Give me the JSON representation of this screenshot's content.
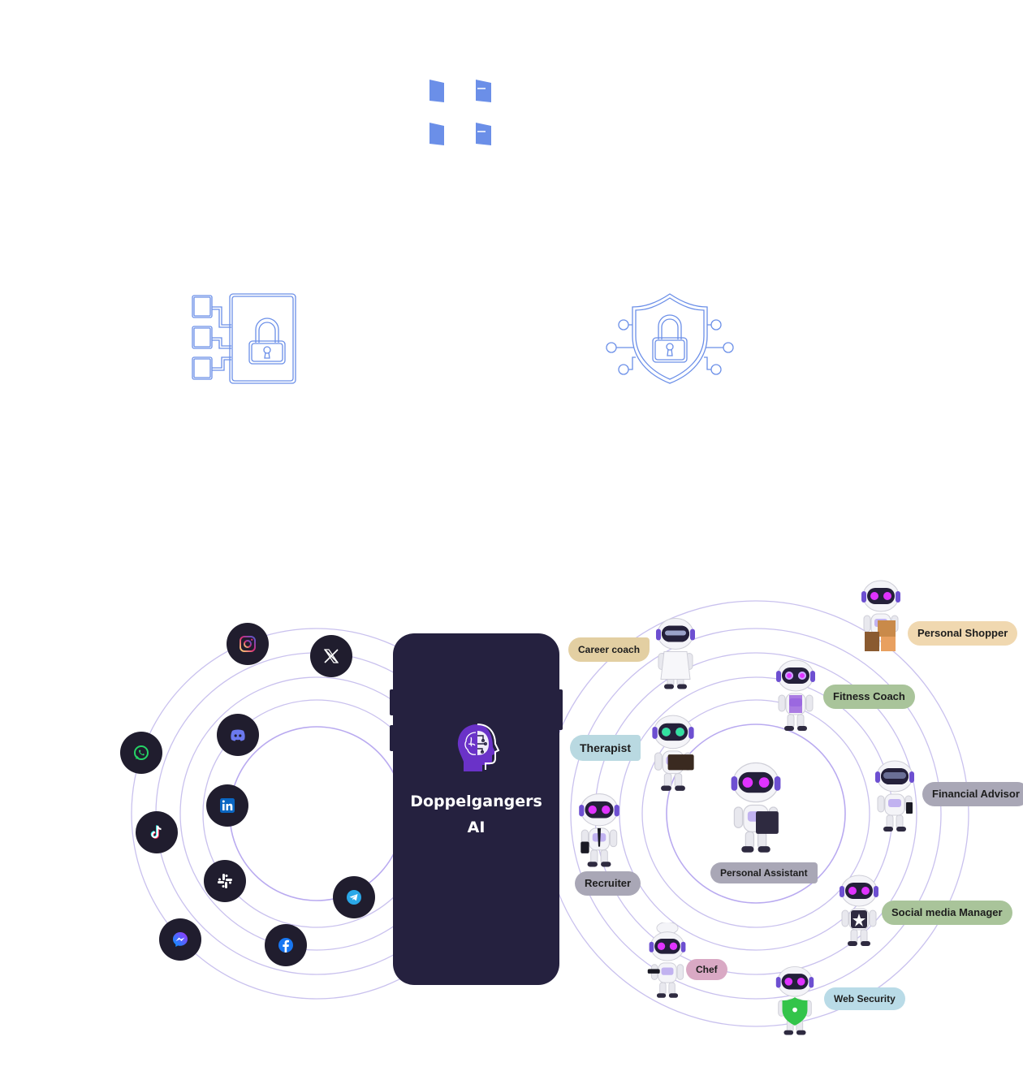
{
  "top_icons": {
    "windows_icon": "windows-icon",
    "book_lock_icon": "book-lock-icon",
    "shield_lock_icon": "shield-lock-icon"
  },
  "phone": {
    "title_line1": "Doppelgangers",
    "title_line2": "AI",
    "logo": "brain-head-logo"
  },
  "social_apps": [
    {
      "name": "instagram",
      "icon": "instagram-icon"
    },
    {
      "name": "x",
      "icon": "x-icon"
    },
    {
      "name": "discord",
      "icon": "discord-icon"
    },
    {
      "name": "whatsapp",
      "icon": "whatsapp-icon"
    },
    {
      "name": "linkedin",
      "icon": "linkedin-icon"
    },
    {
      "name": "tiktok",
      "icon": "tiktok-icon"
    },
    {
      "name": "slack",
      "icon": "slack-icon"
    },
    {
      "name": "telegram",
      "icon": "telegram-icon"
    },
    {
      "name": "messenger",
      "icon": "messenger-icon"
    },
    {
      "name": "facebook",
      "icon": "facebook-icon"
    }
  ],
  "agents": [
    {
      "label": "Personal Shopper",
      "color": "#f0d8b0"
    },
    {
      "label": "Career coach",
      "color": "#e3cfa2"
    },
    {
      "label": "Fitness Coach",
      "color": "#a9c49a"
    },
    {
      "label": "Therapist",
      "color": "#b9d9e1"
    },
    {
      "label": "Financial Advisor",
      "color": "#a9a7b6"
    },
    {
      "label": "Recruiter",
      "color": "#a9a7b6"
    },
    {
      "label": "Personal Assistant",
      "color": "#a9a7b6"
    },
    {
      "label": "Social media Manager",
      "color": "#a9c49a"
    },
    {
      "label": "Chef",
      "color": "#d9a9c4"
    },
    {
      "label": "Web Security",
      "color": "#b9dbe7"
    }
  ],
  "colors": {
    "accent_blue": "#6b8fe8",
    "ring": "#c9c1ee",
    "phone": "#25213f",
    "robot_eye": "#e033ff"
  }
}
